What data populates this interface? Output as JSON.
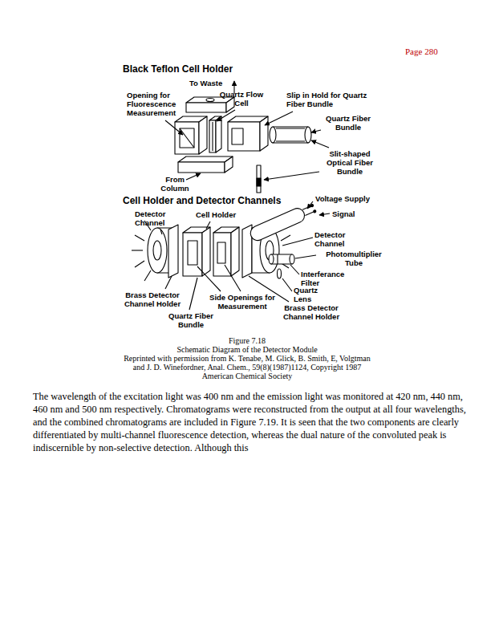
{
  "diagram": {
    "labels": [
      "Page 280",
      "Black Teflon Cell Holder",
      "To Waste",
      "Opening for Fluorescence Measurement",
      "Quartz Flow Cell",
      "Slip in Hold for Quartz Fiber Bundle",
      "Quartz Fiber Bundle",
      "Slit-shaped Optical Fiber Bundle",
      "From Column",
      "Cell Holder and Detector Channels",
      "Voltage Supply",
      "Signal",
      "Detector Channel",
      "Cell Holder",
      "Detector Channel",
      "Photomultiplier Tube",
      "Interferance Filter",
      "Quartz Lens",
      "Brass Detector Channel Holder",
      "Side Openings for Measurement",
      "Brass Detector Channel Holder",
      "Quartz Fiber Bundle",
      "Figure 7.18",
      "Schematic Diagram of the Detector Module",
      "Reprinted with permission from K. Tenabe, M. Glick, B. Smith, E, Volgtman",
      "and J. D. Winefordner, Anal. Chem., 59(8)(1987)1124, Copyright 1987",
      "American Chemical Society",
      "The wavelength of the excitation light was 400 nm and the emission light was monitored at 420 nm, 440 nm, 460 nm and 500 nm respectively. Chromatograms were reconstructed from the output at all four wavelengths, and the combined chromatograms are included in Figure 7.19. It is seen that the two components are clearly differentiated by multi-channel fluorescence detection, whereas the dual nature of the convoluted peak is indiscernible by non-selective detection. Although this"
    ]
  }
}
